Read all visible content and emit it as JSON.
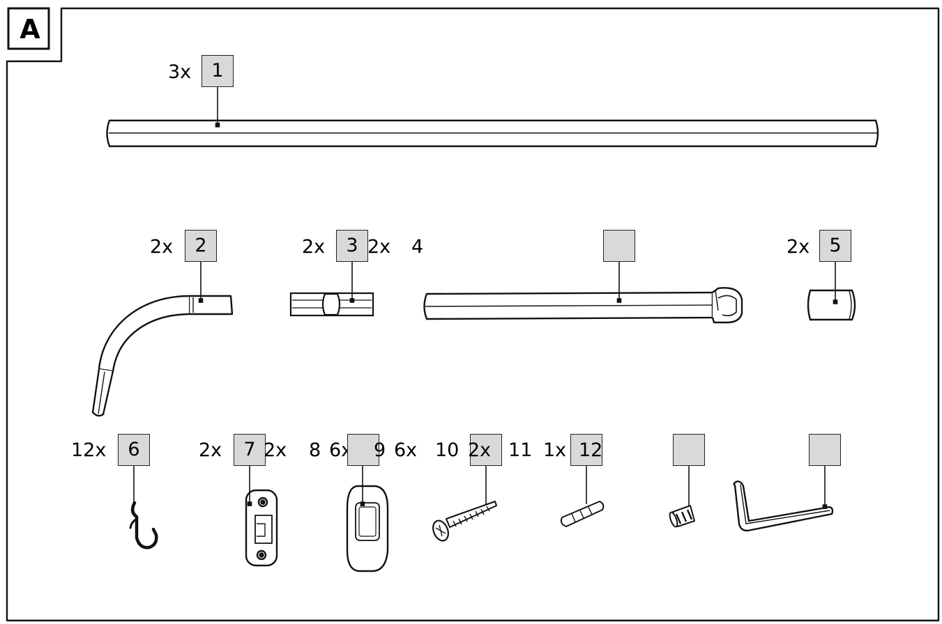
{
  "panel": {
    "letter": "A"
  },
  "parts": [
    {
      "id": "p1",
      "quantity": "3x",
      "number": "1"
    },
    {
      "id": "p2",
      "quantity": "2x",
      "number": "2"
    },
    {
      "id": "p3",
      "quantity": "2x",
      "number": "3"
    },
    {
      "id": "p4",
      "quantity": "2x",
      "number": "4"
    },
    {
      "id": "p5",
      "quantity": "2x",
      "number": "5"
    },
    {
      "id": "p6",
      "quantity": "12x",
      "number": "6"
    },
    {
      "id": "p7",
      "quantity": "2x",
      "number": "7"
    },
    {
      "id": "p8",
      "quantity": "2x",
      "number": "8"
    },
    {
      "id": "p9",
      "quantity": "6x",
      "number": "9"
    },
    {
      "id": "p10",
      "quantity": "6x",
      "number": "10"
    },
    {
      "id": "p11",
      "quantity": "2x",
      "number": "11"
    },
    {
      "id": "p12",
      "quantity": "1x",
      "number": "12"
    }
  ]
}
